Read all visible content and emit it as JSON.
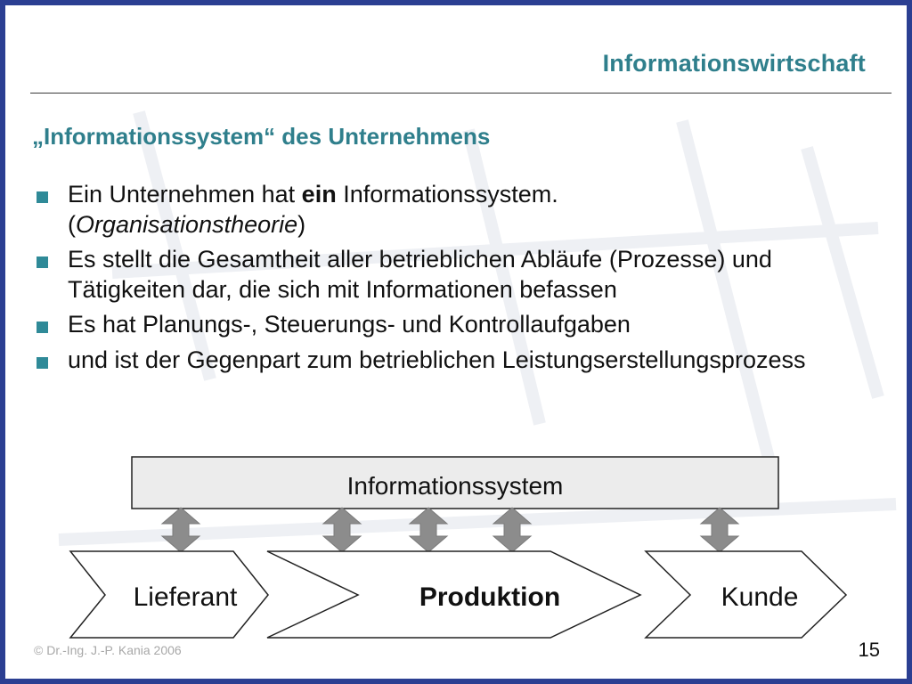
{
  "slide": {
    "title": "Informationswirtschaft",
    "heading": "„Informationssystem“ des Unternehmens",
    "bullets": [
      {
        "line1_before": "Ein Unternehmen hat ",
        "line1_bold": "ein",
        "line1_after": " Informationssystem.",
        "line2_open": "(",
        "line2_italic": "Organisationstheorie",
        "line2_close": ")"
      },
      {
        "text": "Es stellt die Gesamtheit aller betrieblichen Abläufe (Prozesse) und Tätigkeiten dar, die sich mit Informationen befassen"
      },
      {
        "text": "Es hat Planungs-, Steuerungs- und Kontrollaufgaben"
      },
      {
        "text": "und ist der Gegenpart zum betrieblichen Leistungserstellungsprozess"
      }
    ]
  },
  "diagram": {
    "system_label": "Informationssystem",
    "processes": [
      "Lieferant",
      "Produktion",
      "Kunde"
    ],
    "colors": {
      "box_fill": "#ececec",
      "arrow_fill": "#8c8c8c",
      "stroke": "#222222"
    }
  },
  "footer": {
    "copyright": "©  Dr.-Ing. J.-P. Kania 2006",
    "page_number": "15"
  },
  "theme": {
    "accent": "#2f7f8c",
    "frame": "#2b3f92",
    "bullet_color": "#2f8a98"
  }
}
